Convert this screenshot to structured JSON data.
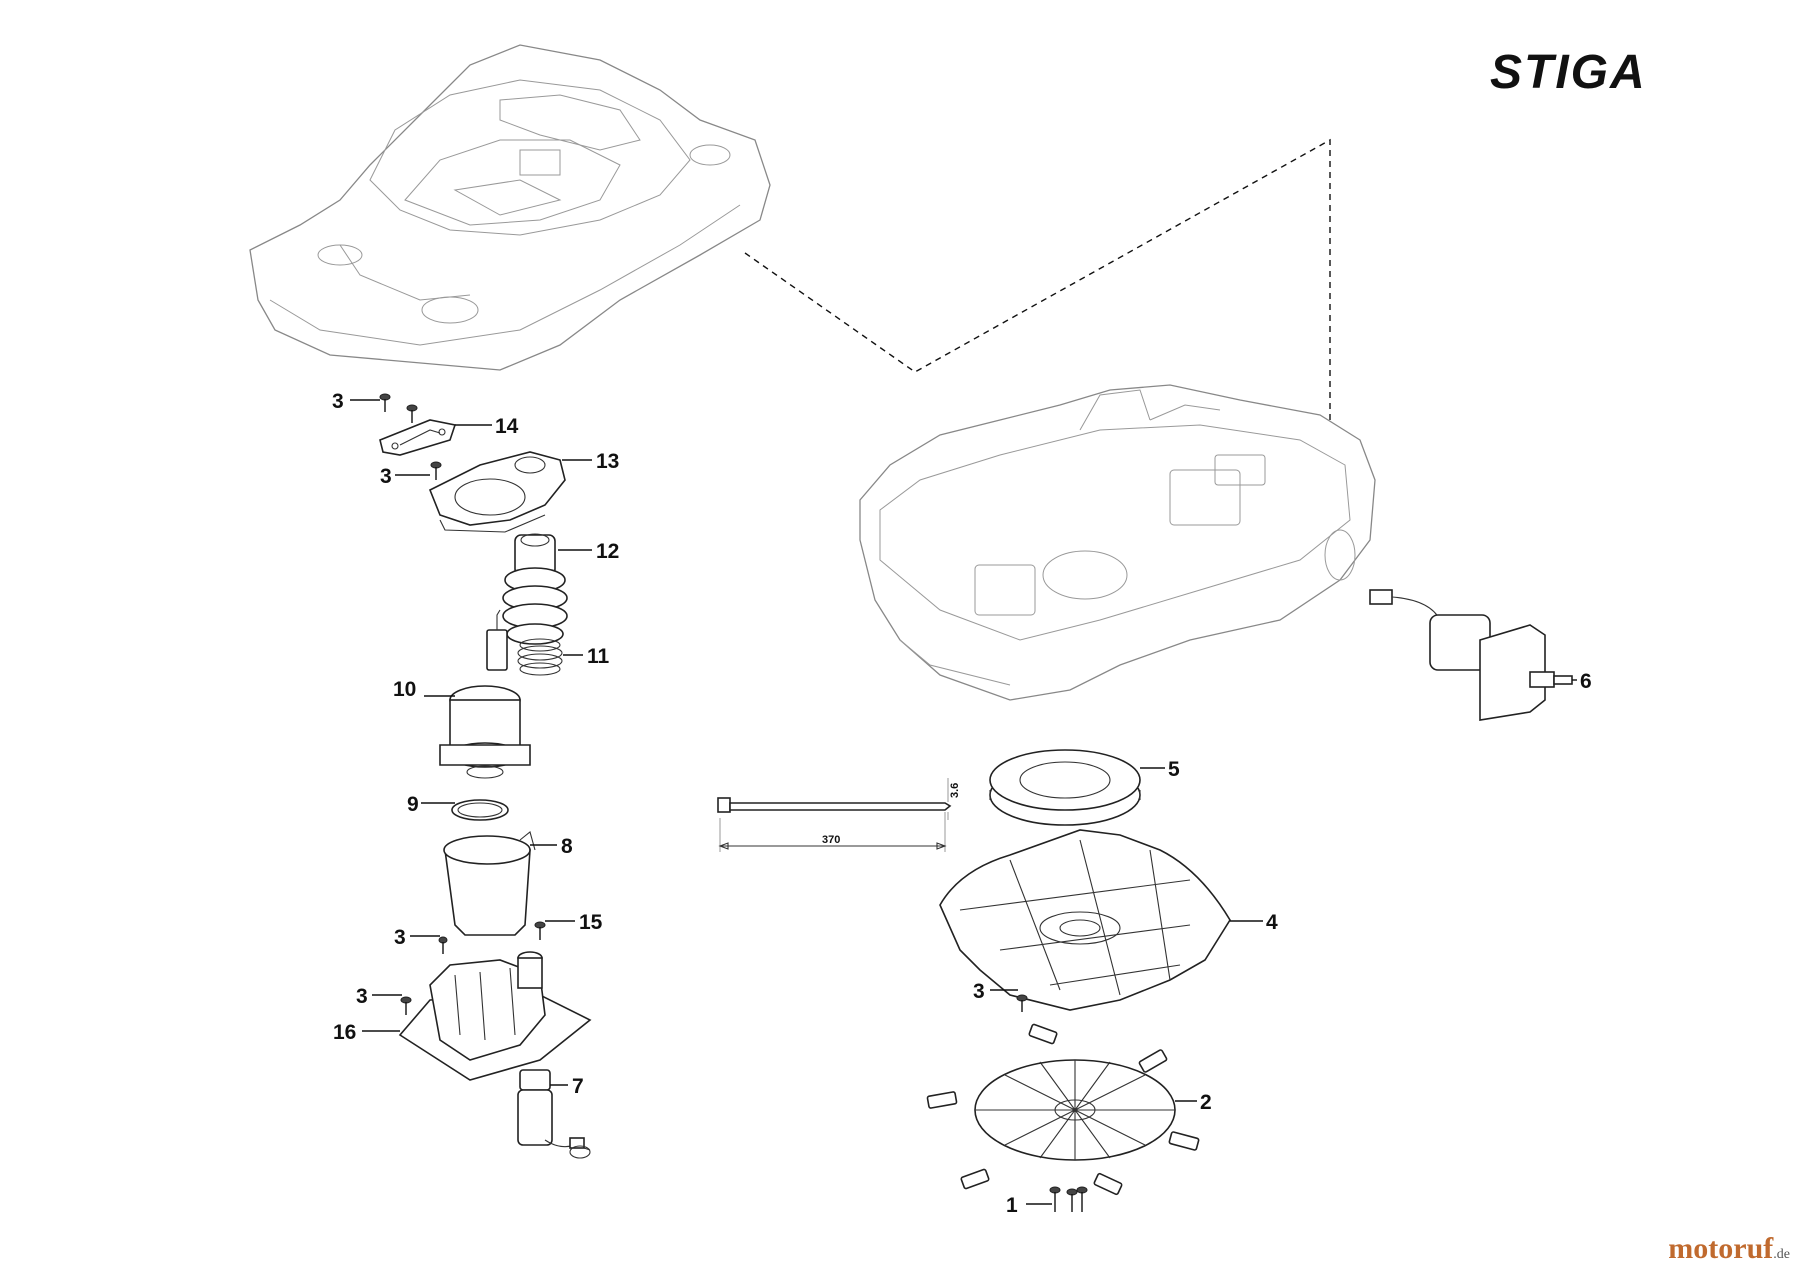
{
  "brand": {
    "logo_text": "STIGA"
  },
  "watermark": {
    "name": "motoruf",
    "tld": ".de"
  },
  "callouts": {
    "c1": "1",
    "c2": "2",
    "c3a": "3",
    "c3b": "3",
    "c3c": "3",
    "c3d": "3",
    "c3e": "3",
    "c4": "4",
    "c5": "5",
    "c6": "6",
    "c7": "7",
    "c8": "8",
    "c9": "9",
    "c10": "10",
    "c11": "11",
    "c12": "12",
    "c13": "13",
    "c14": "14",
    "c15": "15",
    "c16": "16"
  },
  "dimensions": {
    "length": "370",
    "width": "3.6"
  }
}
